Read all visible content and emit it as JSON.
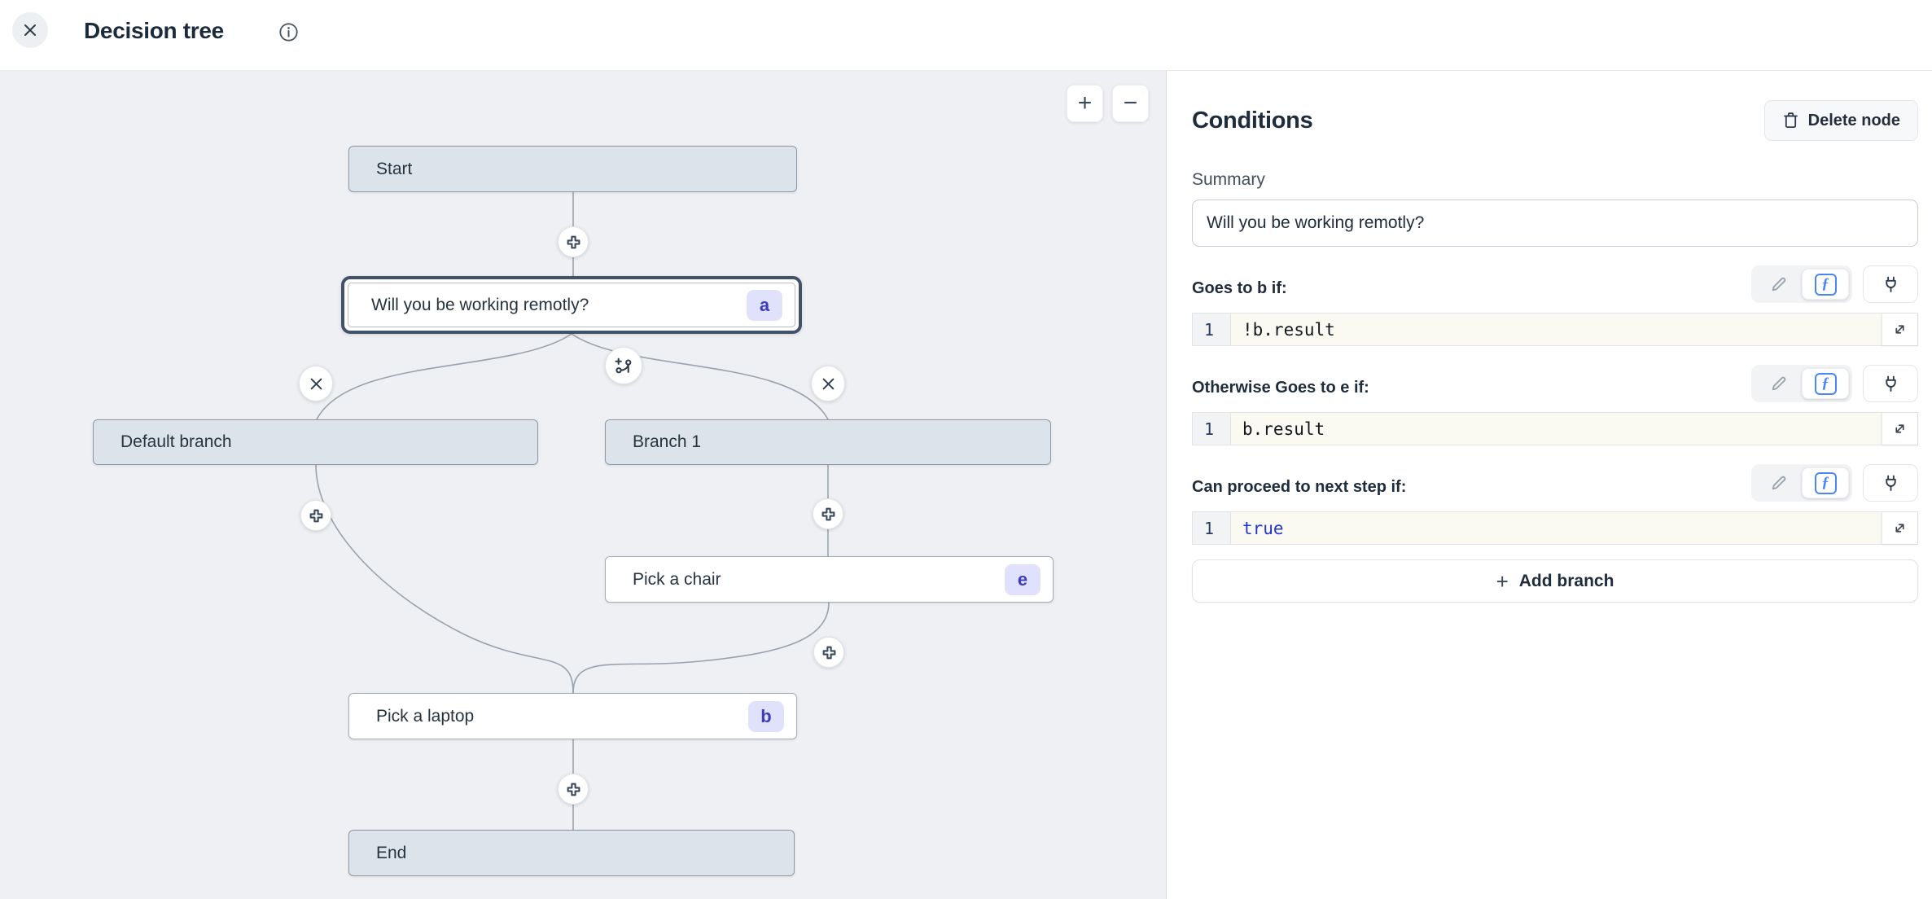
{
  "header": {
    "title": "Decision tree"
  },
  "colors": {
    "canvas_bg": "#eef0f3",
    "node_gray": "#dce3eb",
    "selected_border": "#42526a",
    "badge_bg": "#dfe2fa",
    "badge_text": "#3f3bbd",
    "code_bg": "#faf9f2",
    "formula_blue": "#4a86f7",
    "code_true_blue": "#2336d4"
  },
  "canvas": {
    "zoom_in": "+",
    "zoom_out": "−",
    "nodes": [
      {
        "id": "start",
        "label": "Start"
      },
      {
        "id": "question",
        "label": "Will you be working remotly?",
        "badge": "a",
        "selected": "true"
      },
      {
        "id": "default-branch",
        "label": "Default branch"
      },
      {
        "id": "branch-1",
        "label": "Branch 1"
      },
      {
        "id": "pick-a-chair",
        "label": "Pick a chair",
        "badge": "e"
      },
      {
        "id": "pick-a-laptop",
        "label": "Pick a laptop",
        "badge": "b"
      },
      {
        "id": "end",
        "label": "End"
      }
    ]
  },
  "panel": {
    "title": "Conditions",
    "delete_button_label": "Delete node",
    "summary_label": "Summary",
    "summary_value": "Will you be working remotly?",
    "formula_glyph": "ƒ",
    "groups": [
      {
        "label": "Goes to b if:",
        "line_number": "1",
        "code": "!b.result"
      },
      {
        "label": "Otherwise Goes to e if:",
        "line_number": "1",
        "code": "b.result"
      },
      {
        "label": "Can proceed to next step if:",
        "line_number": "1",
        "code": "true",
        "code_style": "color:#2336d4"
      }
    ],
    "add_branch_plus": "+",
    "add_branch_label": "Add branch"
  }
}
